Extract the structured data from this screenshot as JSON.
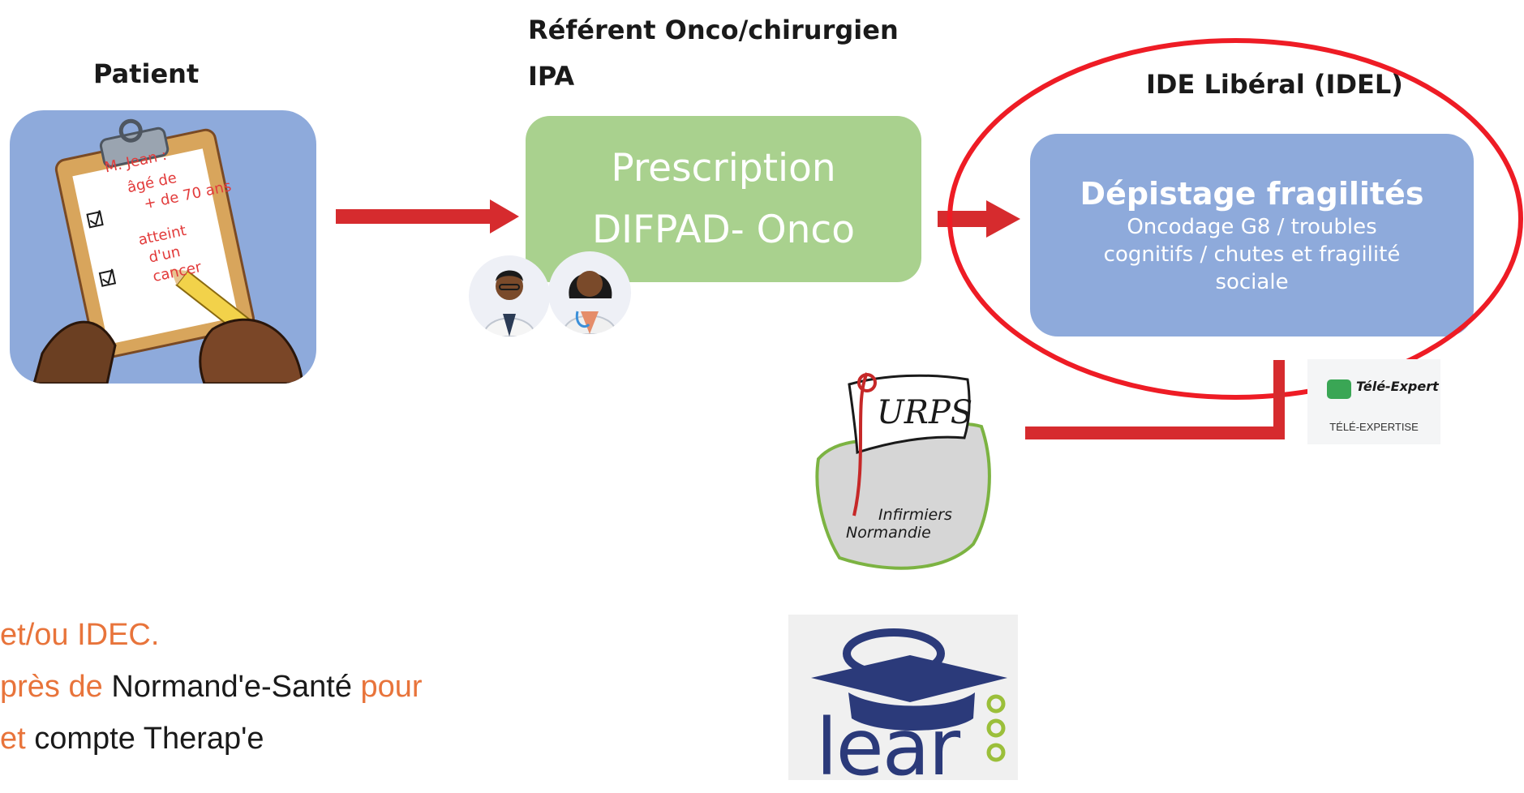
{
  "columns": {
    "patient_title": "Patient",
    "referent_line1": "Référent Onco/chirurgien",
    "referent_line2": "IPA",
    "idel_title": "IDE Libéral (IDEL)"
  },
  "patient_card": {
    "name": "M. Jean :",
    "item1_line1": "âgé de",
    "item1_line2": "+ de 70 ans",
    "item2_line1": "atteint",
    "item2_line2": "d'un",
    "item2_line3": "cancer"
  },
  "prescription_box": {
    "line1": "Prescription",
    "line2": "DIFPAD- Onco"
  },
  "depistage_box": {
    "title": "Dépistage fragilités",
    "sub_line1": "Oncodage G8 / troubles",
    "sub_line2": "cognitifs / chutes et fragilité",
    "sub_line3": "sociale"
  },
  "tele_expert": {
    "brand": "Télé-Expert",
    "label": "TÉLÉ-EXPERTISE"
  },
  "urps_logo": {
    "title": "URPS",
    "line1": "Infirmiers",
    "line2": "Normandie"
  },
  "learn_logo": {
    "text": "lear"
  },
  "bottom_text": {
    "line1_a": "et/ou IDEC.",
    "line2_a": "près de ",
    "line2_b": "Normand'e-Santé",
    "line2_c": " pour",
    "line3_a": " et ",
    "line3_b": "compte Therap'e"
  },
  "colors": {
    "arrow_red": "#d62b2e",
    "circle_red": "#ee1c25",
    "green_box": "#a9d18e",
    "blue_box": "#8eaadb",
    "patient_bg": "#8eaadb",
    "orange_text": "#e8743b"
  }
}
